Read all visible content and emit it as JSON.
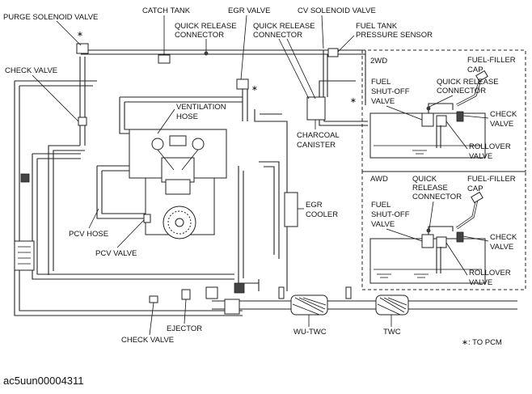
{
  "labels": {
    "purge_solenoid_valve": "PURGE SOLENOID VALVE",
    "catch_tank": "CATCH TANK",
    "egr_valve": "EGR VALVE",
    "cv_solenoid_valve": "CV SOLENOID VALVE",
    "quick_release_connector": [
      "QUICK RELEASE",
      "CONNECTOR"
    ],
    "fuel_tank_pressure_sensor": [
      "FUEL TANK",
      "PRESSURE SENSOR"
    ],
    "check_valve": "CHECK VALVE",
    "ventilation_hose": [
      "VENTILATION",
      "HOSE"
    ],
    "charcoal_canister": [
      "CHARCOAL",
      "CANISTER"
    ],
    "egr_cooler": [
      "EGR",
      "COOLER"
    ],
    "pcv_hose": "PCV HOSE",
    "pcv_valve": "PCV VALVE",
    "ejector": "EJECTOR",
    "wu_twc": "WU-TWC",
    "twc": "TWC",
    "to_pcm": "∗: TO PCM"
  },
  "panels": {
    "twd": {
      "title": "2WD",
      "quick_release_connector": [
        "QUICK RELEASE",
        "CONNECTOR"
      ],
      "fuel_filler_cap": [
        "FUEL-FILLER",
        "CAP"
      ],
      "fuel_shutoff_valve": [
        "FUEL",
        "SHUT-OFF",
        "VALVE"
      ],
      "check_valve": [
        "CHECK",
        "VALVE"
      ],
      "rollover_valve": [
        "ROLLOVER",
        "VALVE"
      ]
    },
    "awd": {
      "title": "AWD",
      "quick_release_connector": [
        "QUICK",
        "RELEASE",
        "CONNECTOR"
      ],
      "fuel_filler_cap": [
        "FUEL-FILLER",
        "CAP"
      ],
      "fuel_shutoff_valve": [
        "FUEL",
        "SHUT-OFF",
        "VALVE"
      ],
      "check_valve": [
        "CHECK",
        "VALVE"
      ],
      "rollover_valve": [
        "ROLLOVER",
        "VALVE"
      ]
    }
  },
  "caption": "ac5uun00004311"
}
